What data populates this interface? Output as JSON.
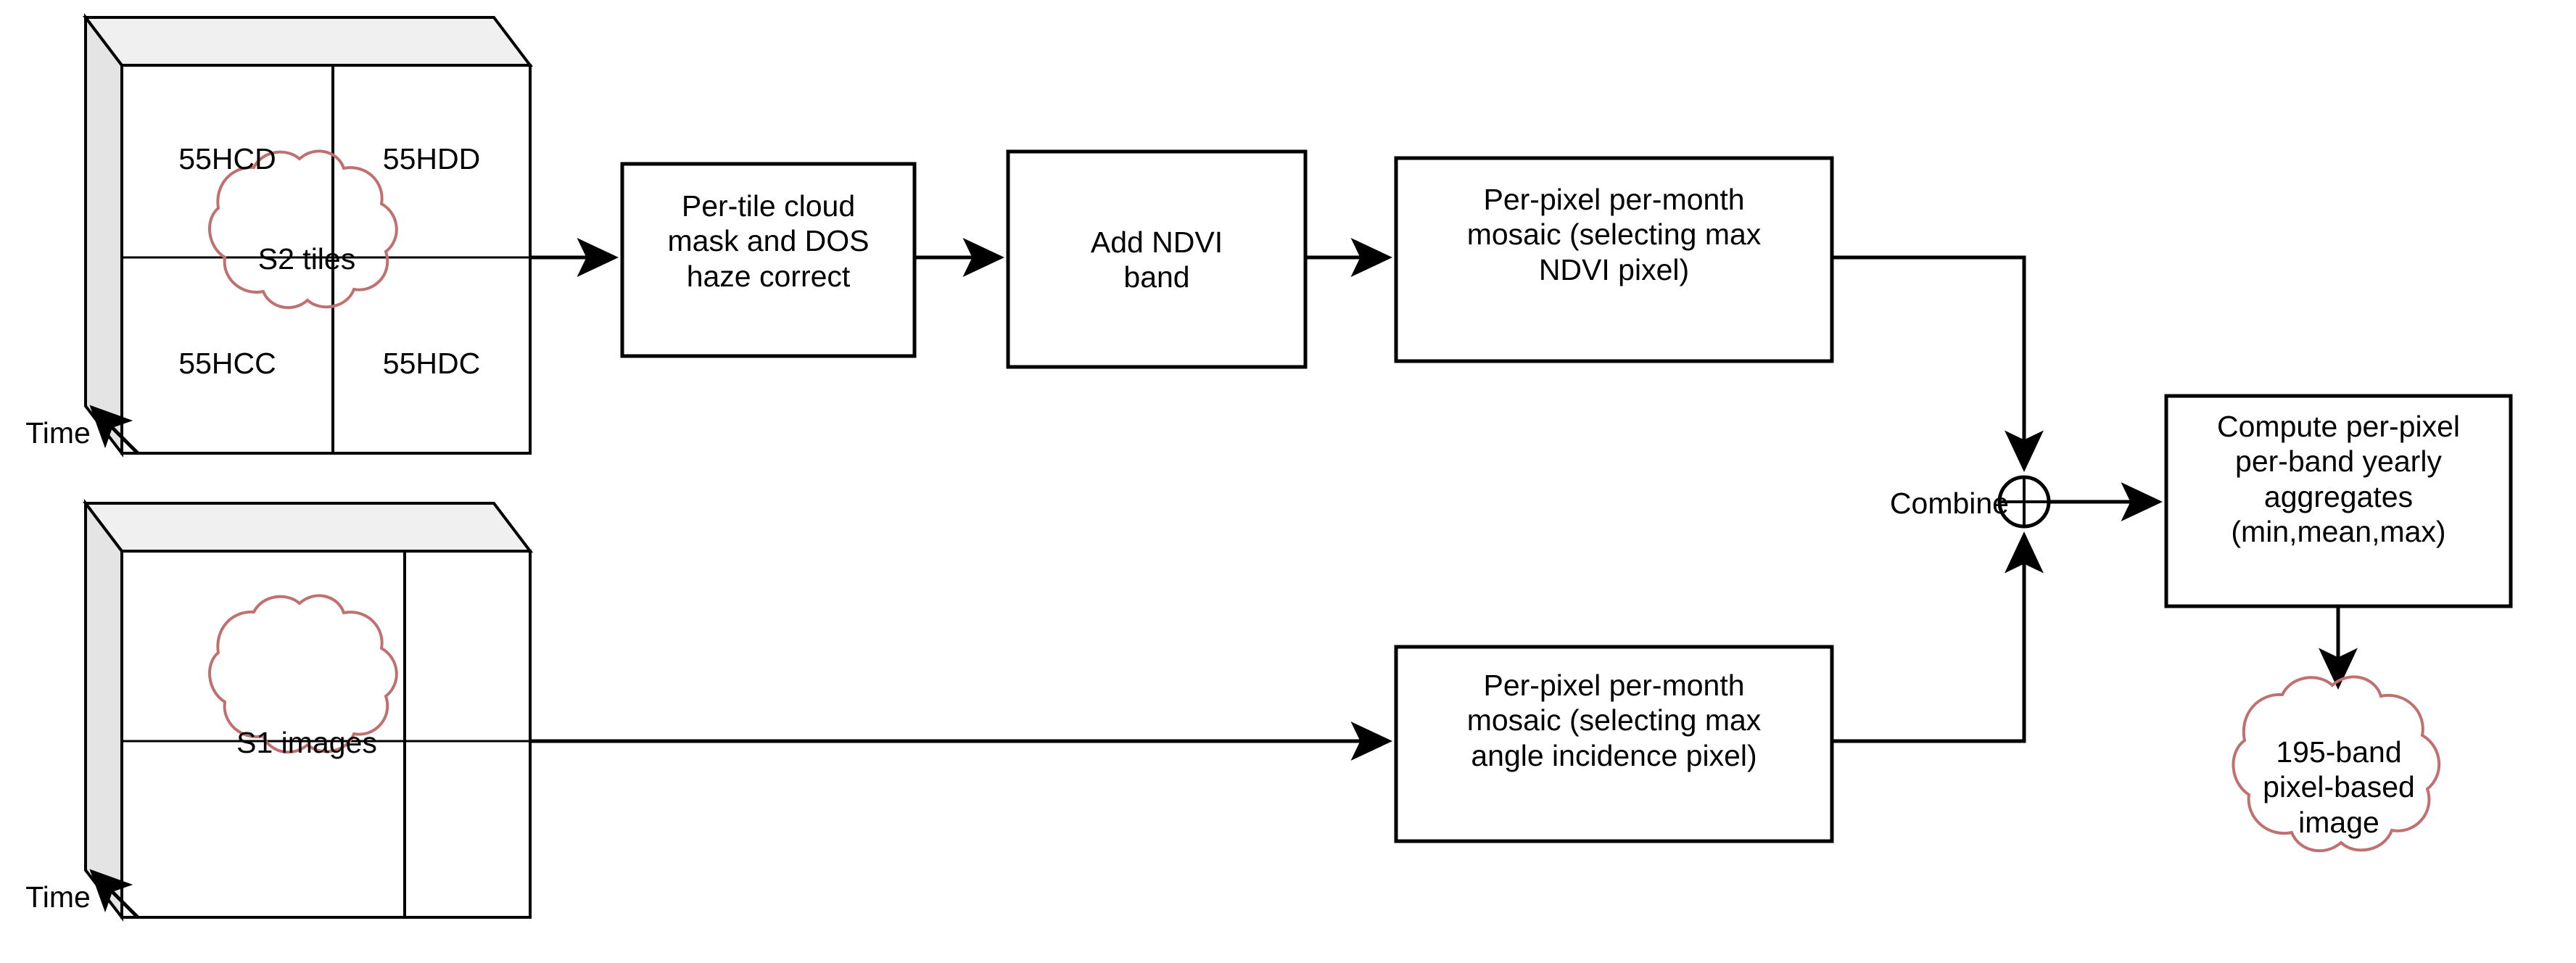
{
  "diagram": {
    "title": "Sentinel-1 / Sentinel-2 per-pixel yearly aggregate pipeline",
    "colors": {
      "stroke": "#000000",
      "cloud_stroke": "#c0706e",
      "cube_top_fill": "#f0f0f0",
      "cube_side_fill": "#e4e4e4",
      "box_fill": "#ffffff",
      "background": "#ffffff"
    }
  },
  "s2_cube": {
    "cloud_label": "S2 tiles",
    "axis_label": "Time",
    "tiles": [
      {
        "id": "tl",
        "label": "55HCD"
      },
      {
        "id": "tr",
        "label": "55HDD"
      },
      {
        "id": "bl",
        "label": "55HCC"
      },
      {
        "id": "br",
        "label": "55HDC"
      }
    ]
  },
  "s1_cube": {
    "cloud_label": "S1 images",
    "axis_label": "Time"
  },
  "process_boxes": [
    {
      "id": "cloud-mask-dos",
      "label": "Per-tile cloud\nmask and DOS\nhaze correct"
    },
    {
      "id": "add-ndvi-band",
      "label": "Add NDVI\nband"
    },
    {
      "id": "s2-monthly-mosaic",
      "label": "Per-pixel per-month\nmosaic (selecting max\nNDVI pixel)"
    },
    {
      "id": "s1-monthly-mosaic",
      "label": "Per-pixel per-month\nmosaic (selecting max\nangle incidence pixel)"
    },
    {
      "id": "yearly-aggregates",
      "label": "Compute per-pixel\nper-band yearly\naggregates\n(min,mean,max)"
    }
  ],
  "combine_node": {
    "label": "Combine",
    "symbol": "plus-in-circle"
  },
  "output_cloud": {
    "label": "195-band\npixel-based\nimage"
  }
}
